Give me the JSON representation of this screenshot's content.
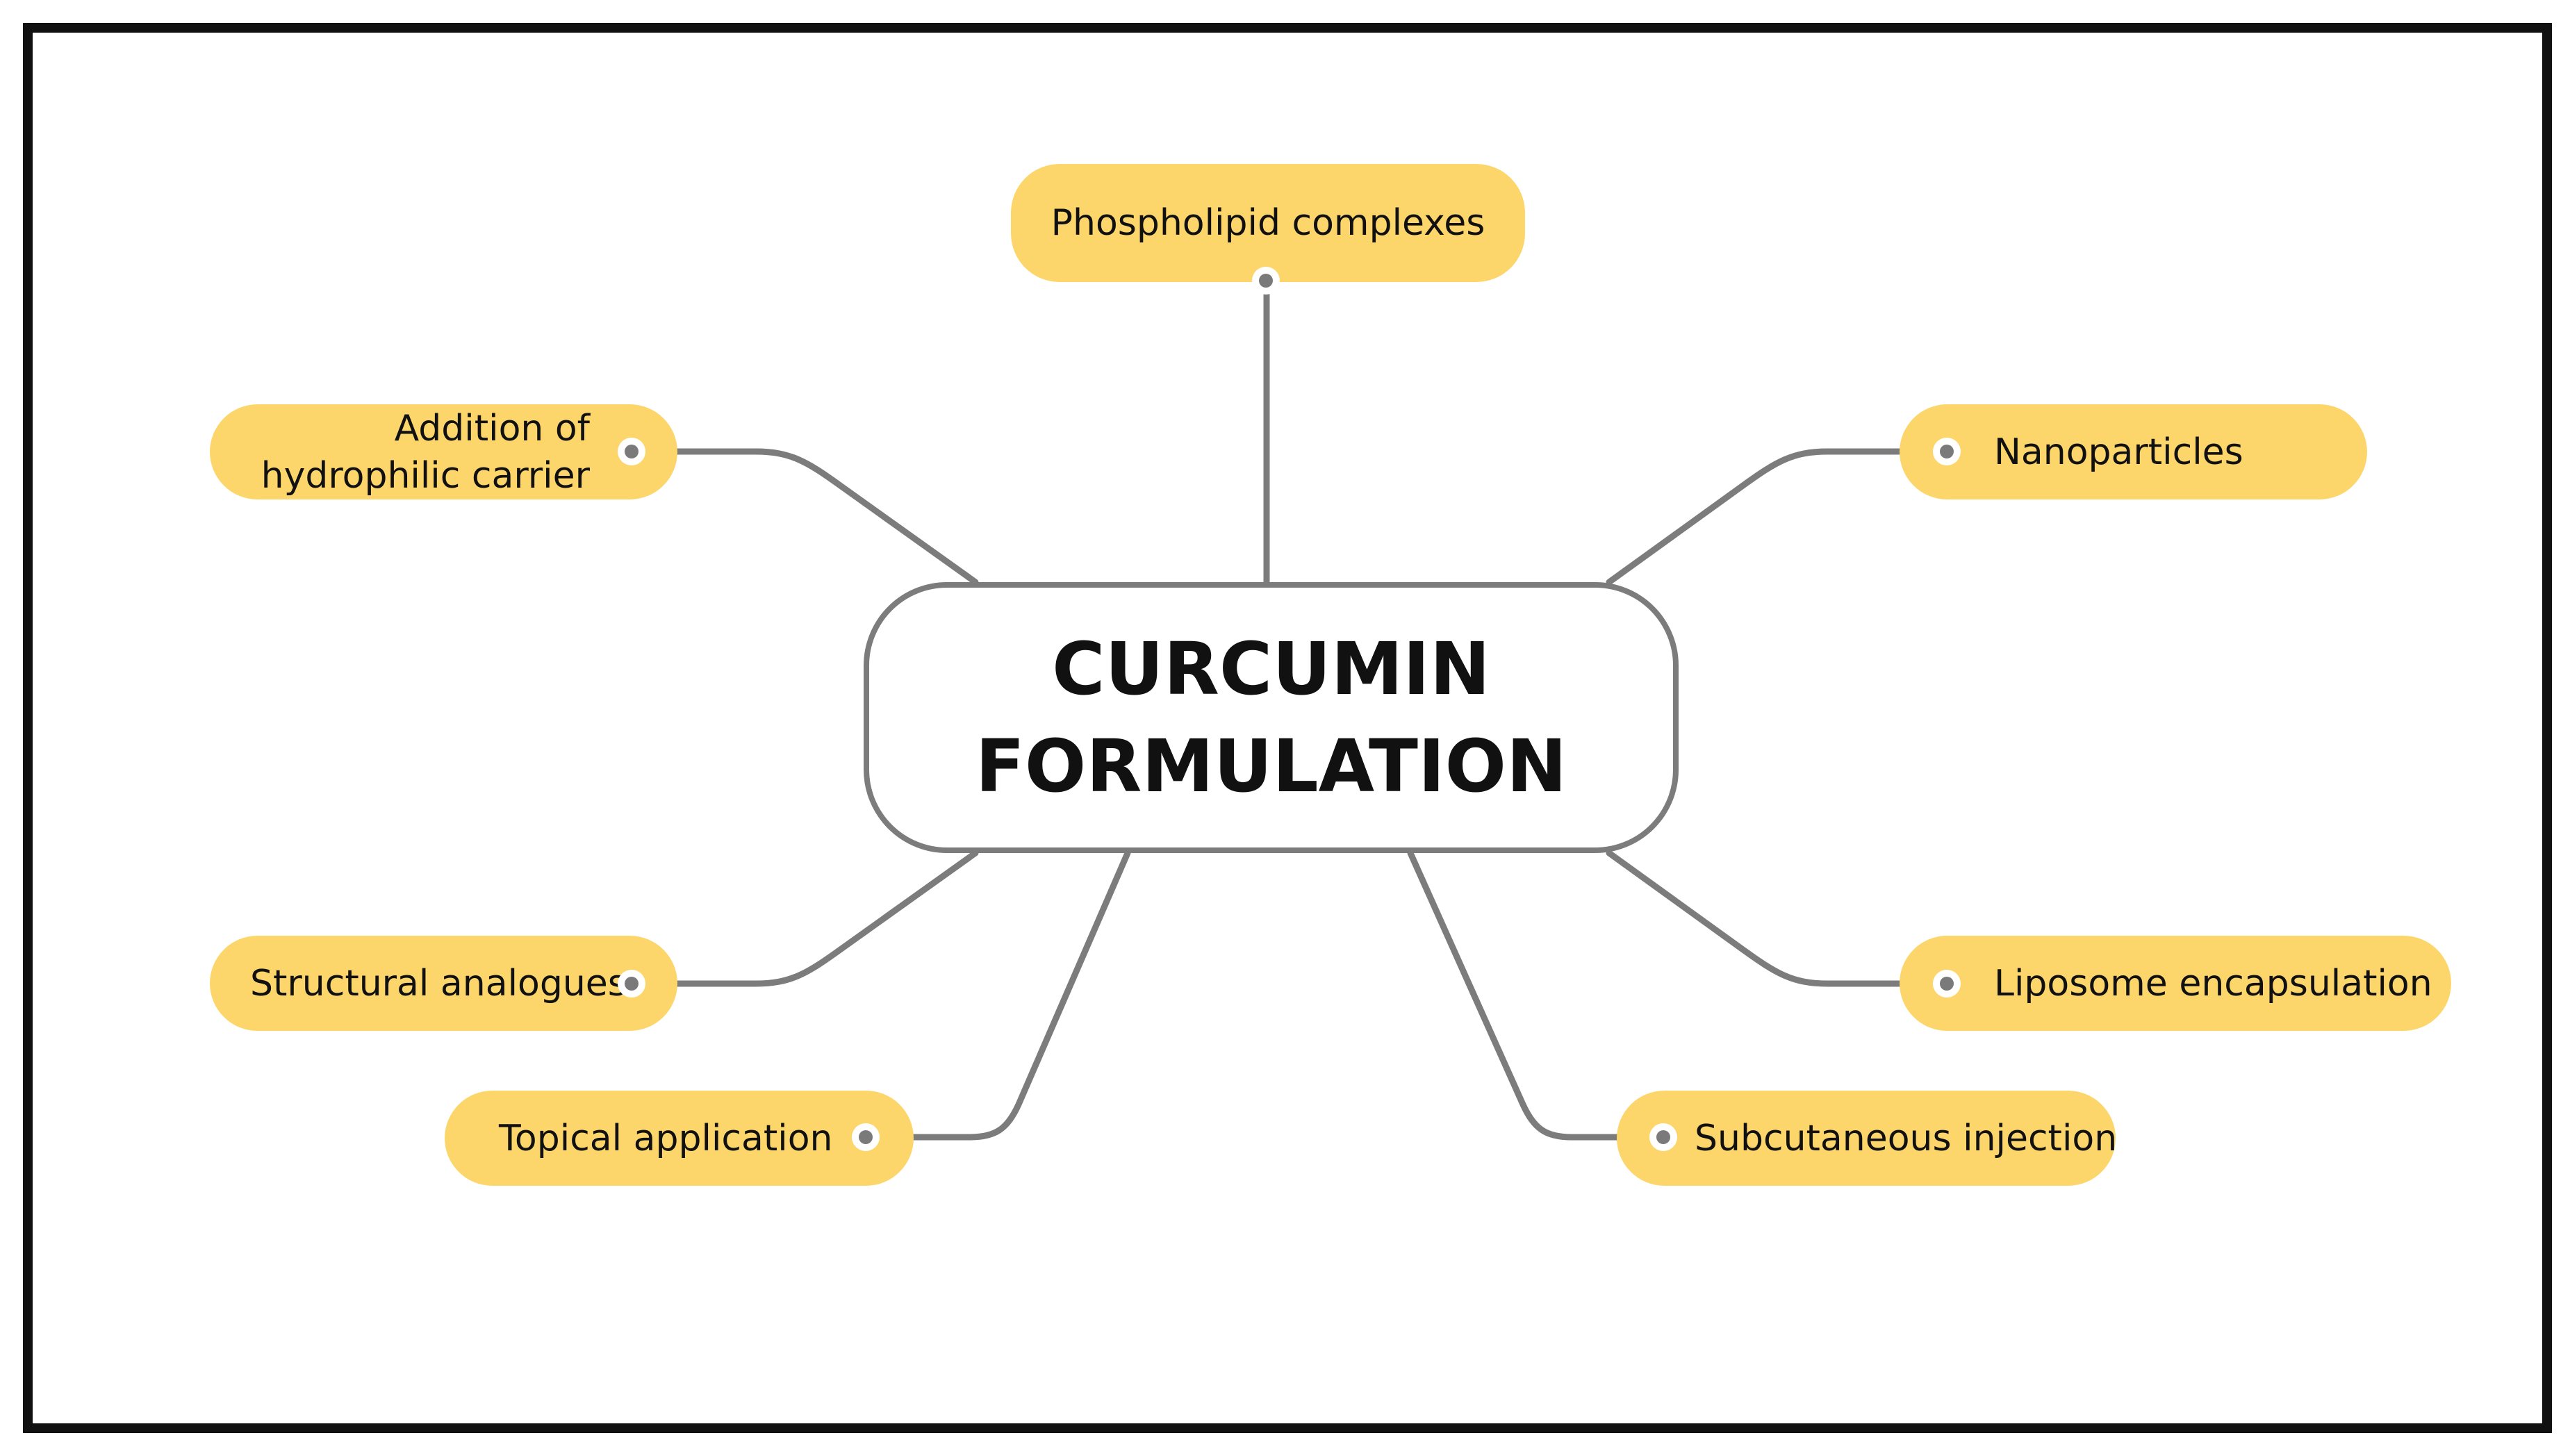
{
  "diagram": {
    "center": {
      "line1": "CURCUMIN",
      "line2": "FORMULATION"
    },
    "colors": {
      "node_fill": "#fdd66b",
      "connector": "#7c7c7c",
      "frame": "#111111",
      "center_border": "#7c7c7c"
    },
    "branches": [
      {
        "id": "phospholipid",
        "label": "Phospholipid complexes"
      },
      {
        "id": "nanoparticles",
        "label": "Nanoparticles"
      },
      {
        "id": "liposome",
        "label": "Liposome encapsulation"
      },
      {
        "id": "subcutaneous",
        "label": "Subcutaneous injection"
      },
      {
        "id": "topical",
        "label": "Topical application"
      },
      {
        "id": "structural",
        "label": "Structural analogues"
      },
      {
        "id": "hydrophilic",
        "label_line1": "Addition of",
        "label_line2": "hydrophilic carrier"
      }
    ]
  }
}
